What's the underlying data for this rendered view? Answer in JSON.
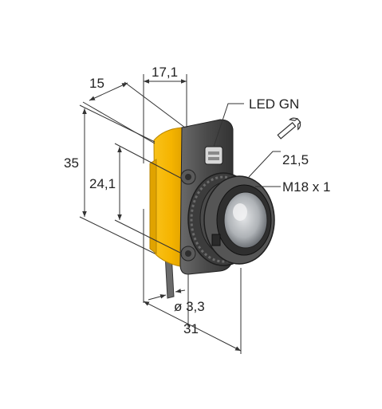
{
  "dimensions": {
    "width_top": "17,1",
    "depth_top": "15",
    "height_total": "35",
    "height_inner": "24,1",
    "led_label": "LED GN",
    "wrench_size": "21,5",
    "thread": "M18 x 1",
    "cable_diameter": "ø 3,3",
    "length_total": "31"
  },
  "colors": {
    "housing_yellow": "#f5b400",
    "housing_dark": "#4a4a4a",
    "lens": "#9aa0a6"
  },
  "icons": {
    "wrench": "wrench-icon"
  }
}
